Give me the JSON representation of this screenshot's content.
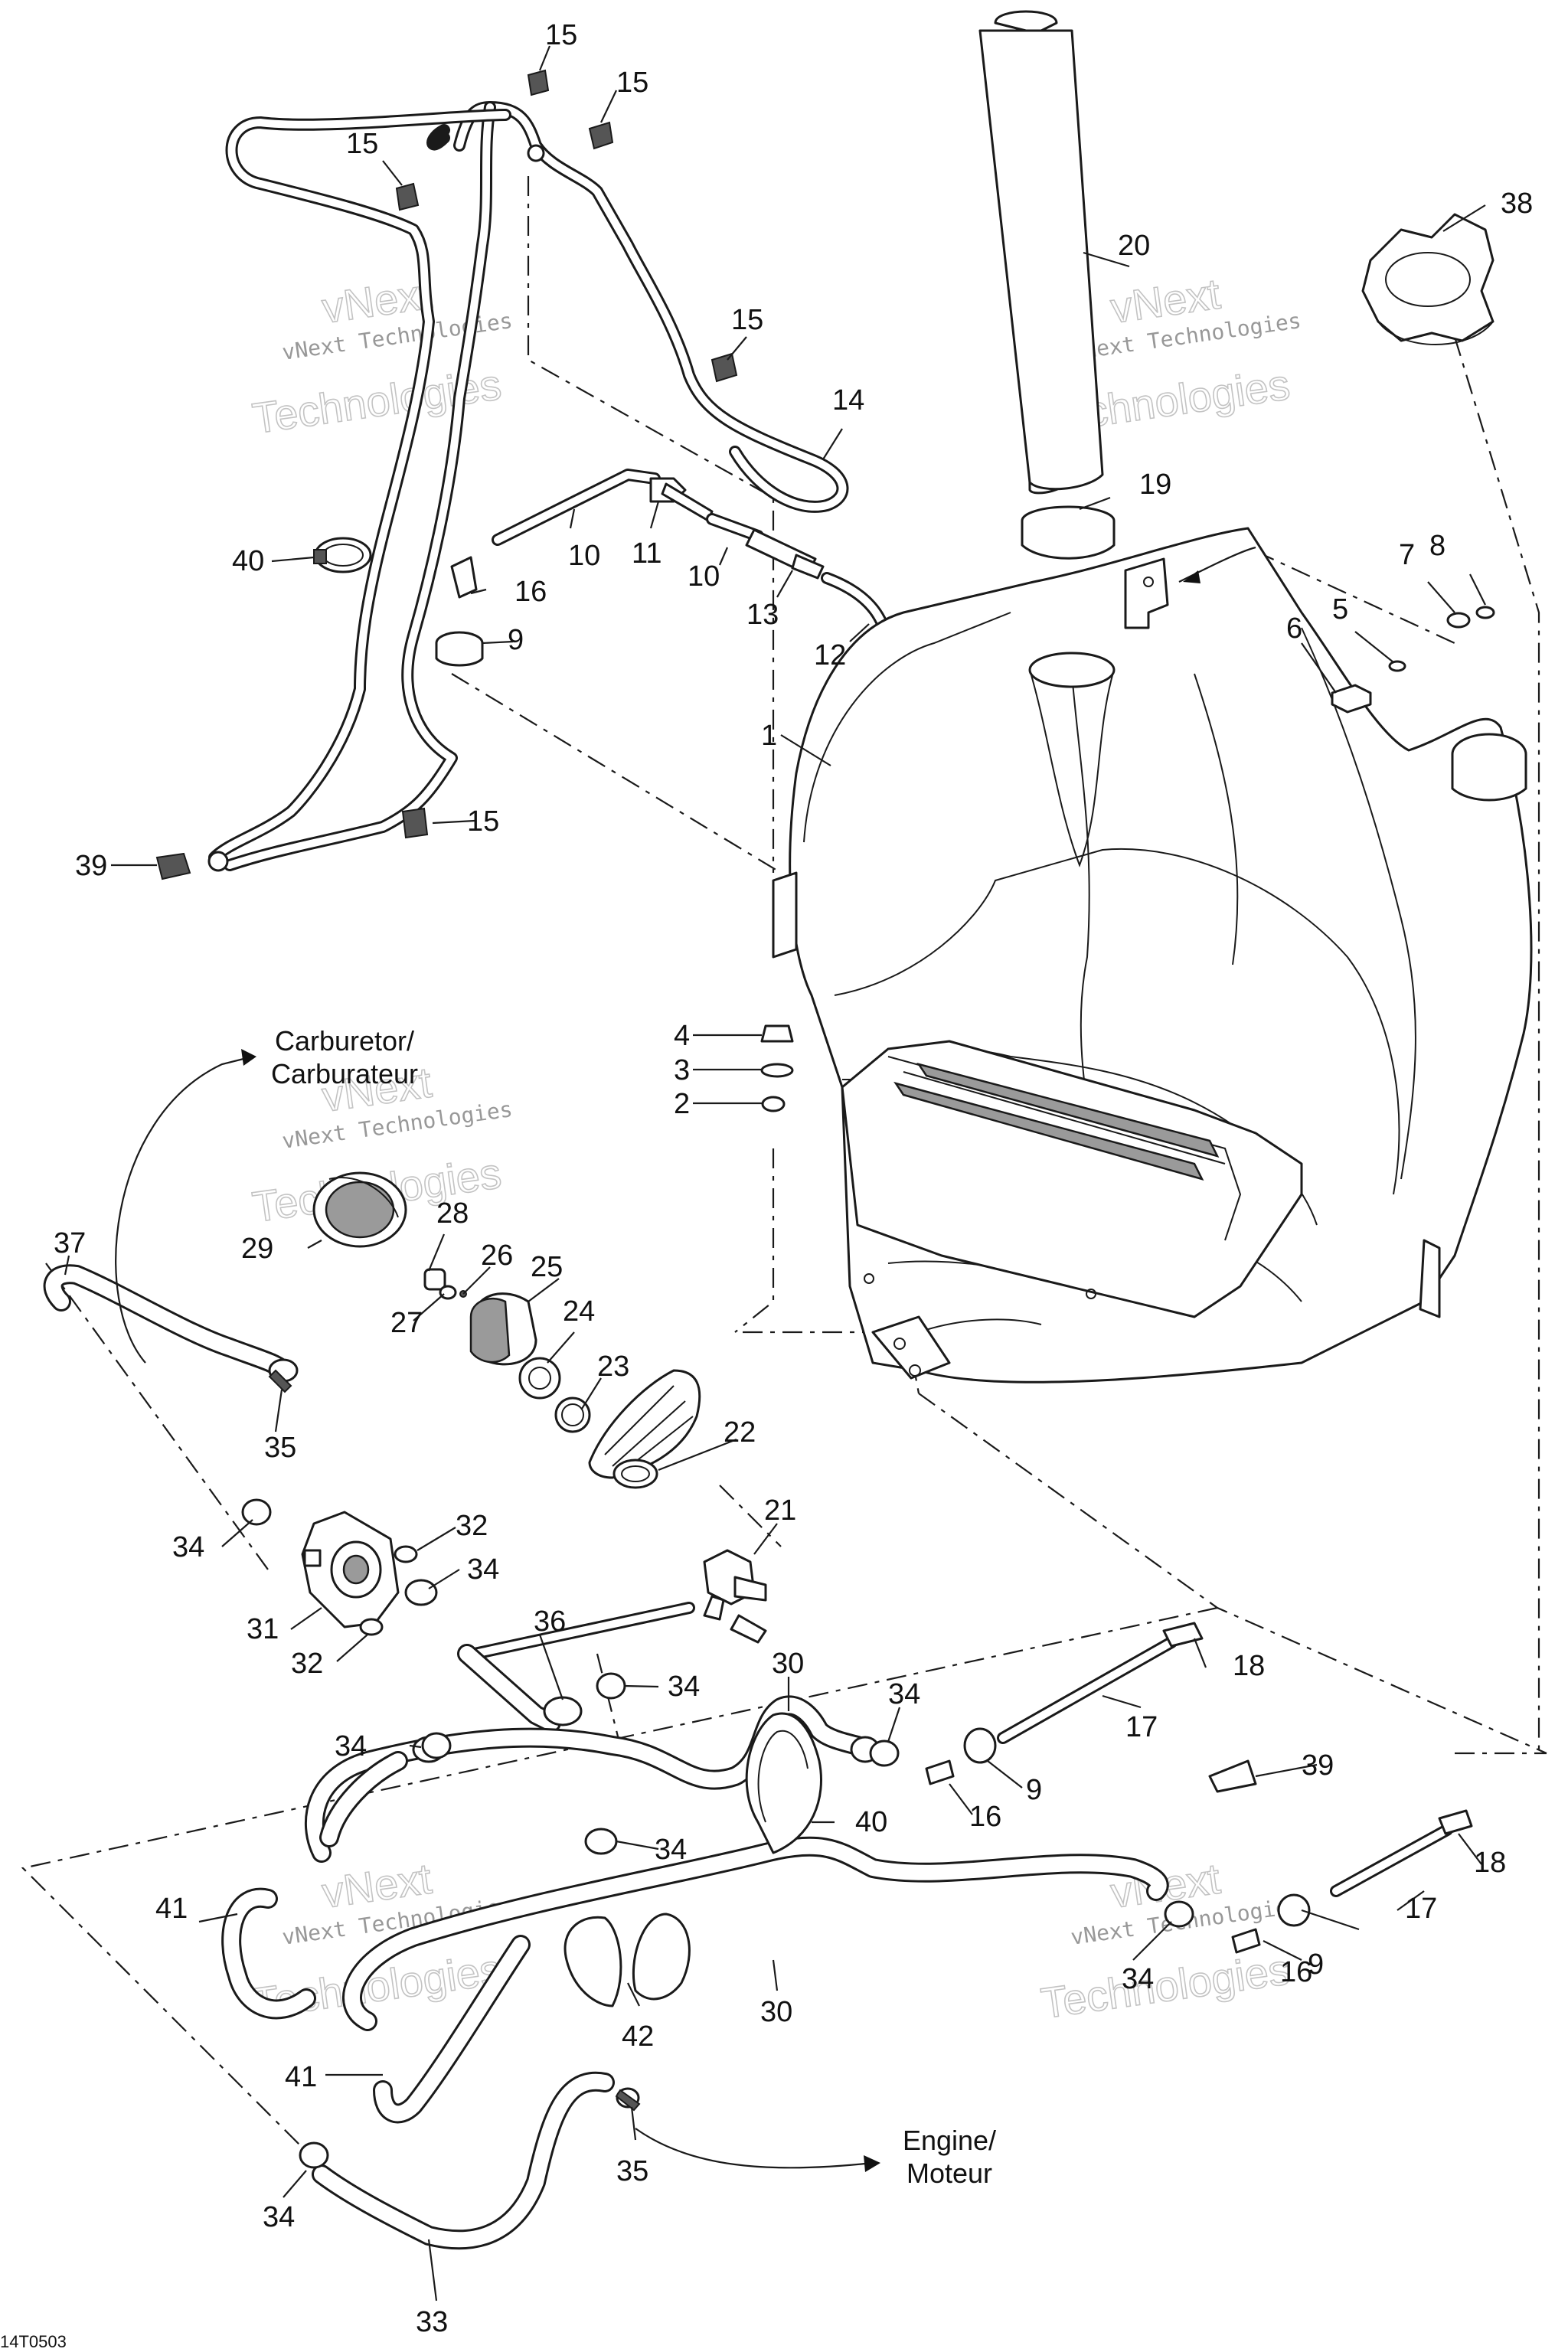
{
  "diagram": {
    "drawing_code": "14T0503",
    "watermark": {
      "line1": "vNext Technologies",
      "line2": "vNext",
      "line3": "Technologies"
    },
    "destinations": {
      "carburetor": [
        "Carburetor/",
        "Carburateur"
      ],
      "engine": [
        "Engine/",
        "Moteur"
      ]
    },
    "callouts": {
      "c1": "1",
      "c2": "2",
      "c3": "3",
      "c4": "4",
      "c5": "5",
      "c6": "6",
      "c7": "7",
      "c8": "8",
      "c9": "9",
      "c10": "10",
      "c11": "11",
      "c12": "12",
      "c13": "13",
      "c14": "14",
      "c15": "15",
      "c16": "16",
      "c17": "17",
      "c18": "18",
      "c19": "19",
      "c20": "20",
      "c21": "21",
      "c22": "22",
      "c23": "23",
      "c24": "24",
      "c25": "25",
      "c26": "26",
      "c27": "27",
      "c28": "28",
      "c29": "29",
      "c30": "30",
      "c31": "31",
      "c32": "32",
      "c33": "33",
      "c34": "34",
      "c35": "35",
      "c36": "36",
      "c37": "37",
      "c38": "38",
      "c39": "39",
      "c40": "40",
      "c41": "41",
      "c42": "42"
    }
  }
}
